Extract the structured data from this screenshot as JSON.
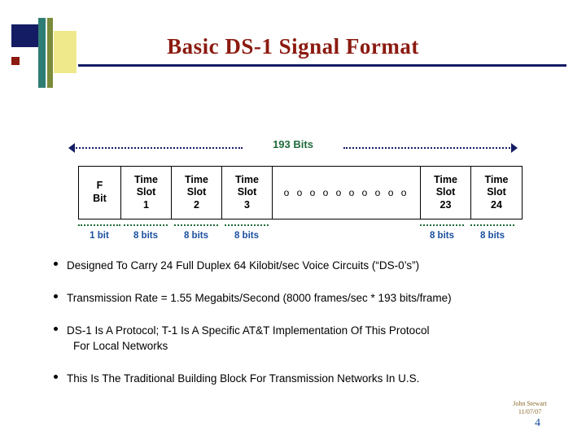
{
  "slide": {
    "title": "Basic  DS-1  Signal  Format",
    "frame_arrow_label": "193  Bits",
    "frame_cells": [
      {
        "name": "f-bit",
        "lines": [
          "F",
          "Bit"
        ],
        "bits": "1 bit"
      },
      {
        "name": "time-slot-1",
        "lines": [
          "Time",
          "Slot",
          "1"
        ],
        "bits": "8 bits"
      },
      {
        "name": "time-slot-2",
        "lines": [
          "Time",
          "Slot",
          "2"
        ],
        "bits": "8 bits"
      },
      {
        "name": "time-slot-3",
        "lines": [
          "Time",
          "Slot",
          "3"
        ],
        "bits": "8 bits"
      },
      {
        "name": "ellipsis",
        "lines": [
          "o o o o o o o o o o"
        ],
        "bits": ""
      },
      {
        "name": "time-slot-23",
        "lines": [
          "Time",
          "Slot",
          "23"
        ],
        "bits": "8 bits"
      },
      {
        "name": "time-slot-24",
        "lines": [
          "Time",
          "Slot",
          "24"
        ],
        "bits": "8 bits"
      }
    ],
    "bullets": [
      {
        "text": "Designed  To Carry  24 Full Duplex  64 Kilobit/sec  Voice  Circuits (“DS-0’s”)",
        "text2": ""
      },
      {
        "text": "Transmission  Rate = 1.55 Megabits/Second  (8000 frames/sec * 193 bits/frame)",
        "text2": ""
      },
      {
        "text": "DS-1 Is A Protocol;  T-1 Is A Specific  AT&T Implementation Of This Protocol",
        "text2": "For Local Networks"
      },
      {
        "text": "This Is The  Traditional Building Block For Transmission Networks In U.S.",
        "text2": ""
      }
    ],
    "footer": {
      "author": "John Stewart",
      "date": "11/07/07",
      "slide_number": "4"
    },
    "colors": {
      "title": "#8b1a10",
      "rule": "#141c63",
      "arrow_label": "#1f6b3a",
      "bit_label": "#1a4fa0",
      "accent_navy": "#141c63"
    }
  }
}
